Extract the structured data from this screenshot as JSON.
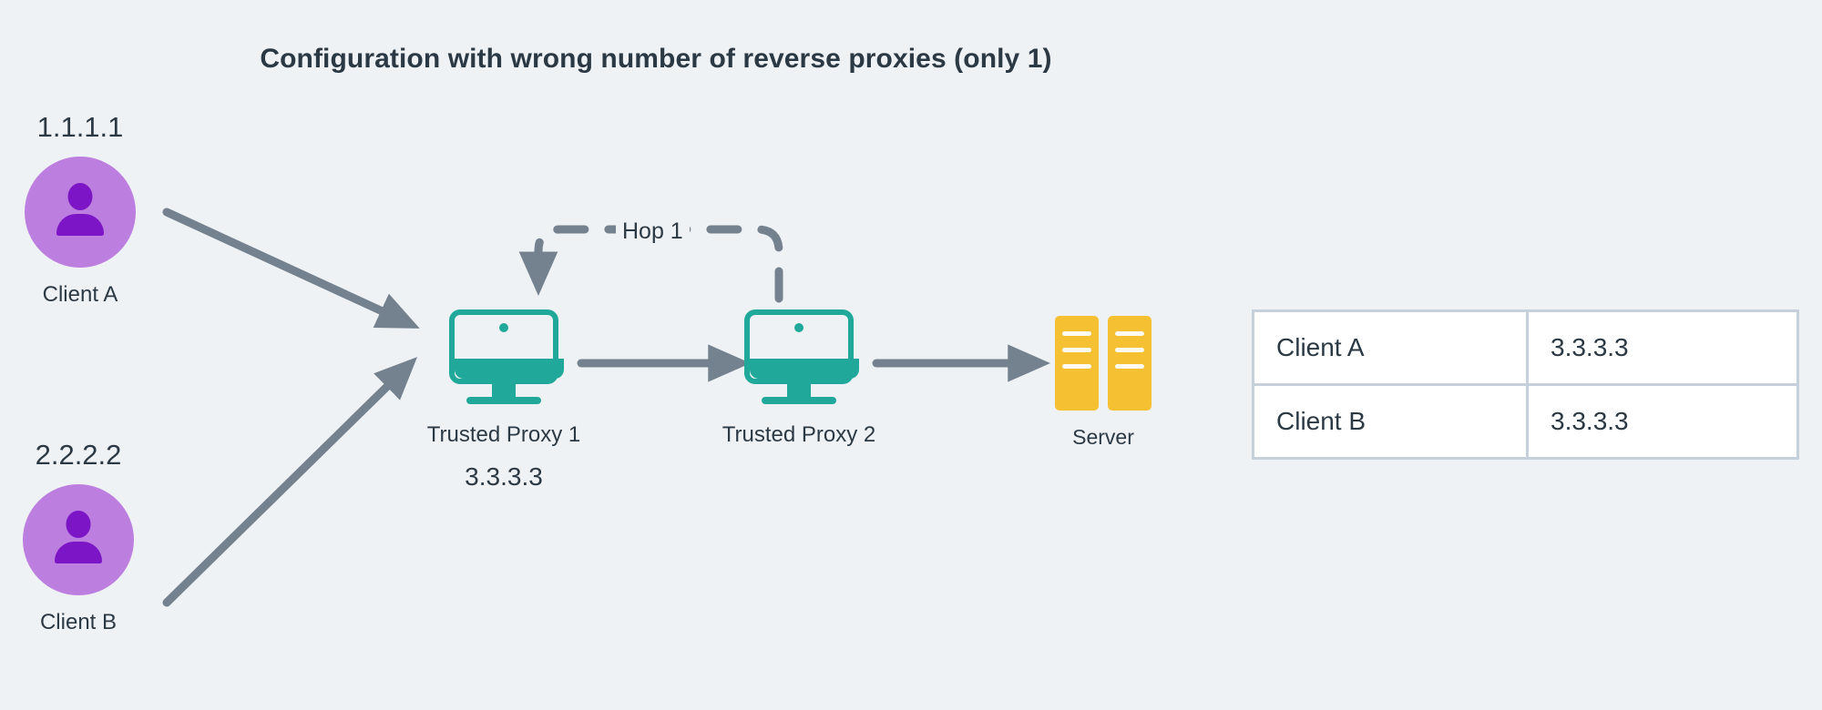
{
  "title": "Configuration with wrong number of reverse proxies (only 1)",
  "colors": {
    "background": "#eff2f5",
    "text": "#2b3945",
    "edge": "#74818f",
    "client_circle": "#bd7fdf",
    "client_glyph": "#7b15c6",
    "proxy": "#20a99a",
    "server": "#f6c033",
    "table_border": "#c5d0db",
    "table_cell": "#ffffff"
  },
  "clients": [
    {
      "ip": "1.1.1.1",
      "label": "Client A",
      "icon": "user-icon"
    },
    {
      "ip": "2.2.2.2",
      "label": "Client B",
      "icon": "user-icon"
    }
  ],
  "proxies": [
    {
      "label": "Trusted Proxy 1",
      "ip": "3.3.3.3",
      "icon": "monitor-icon"
    },
    {
      "label": "Trusted Proxy 2",
      "ip": "",
      "icon": "monitor-icon"
    }
  ],
  "server": {
    "label": "Server",
    "icon": "server-icon"
  },
  "hop": {
    "label": "Hop 1"
  },
  "table": {
    "rows": [
      {
        "client": "Client A",
        "ip": "3.3.3.3"
      },
      {
        "client": "Client B",
        "ip": "3.3.3.3"
      }
    ]
  }
}
